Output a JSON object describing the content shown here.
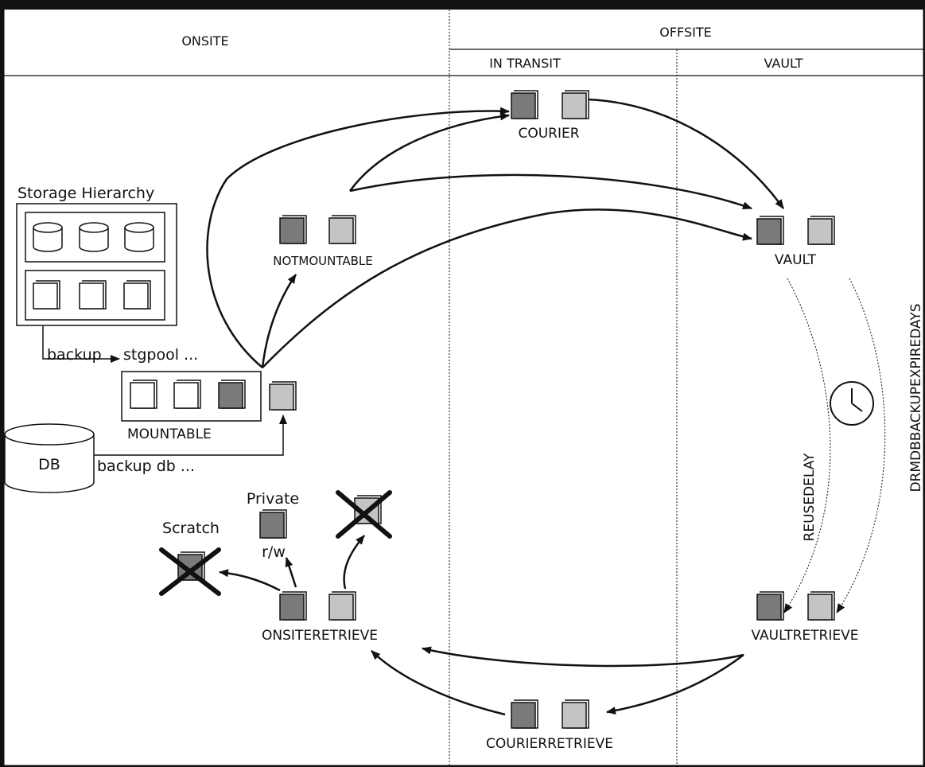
{
  "header": {
    "onsite": "ONSITE",
    "offsite": "OFFSITE",
    "in_transit": "IN TRANSIT",
    "vault": "VAULT"
  },
  "storage": {
    "title": "Storage Hierarchy",
    "backup_label": "backup",
    "stgpool_label": "stgpool ...",
    "db_label": "DB",
    "backup_db_label": "backup db ..."
  },
  "states": {
    "mountable": "MOUNTABLE",
    "notmountable": "NOTMOUNTABLE",
    "courier": "COURIER",
    "vault": "VAULT",
    "vaultretrieve": "VAULTRETRIEVE",
    "courierretrieve": "COURIERRETRIEVE",
    "onsiteretrieve": "ONSITERETRIEVE"
  },
  "outcomes": {
    "private": "Private",
    "rw": "r/w",
    "scratch": "Scratch"
  },
  "timers": {
    "reusedelay": "REUSEDELAY",
    "drmdbbackupexpiredays": "DRMDBBACKUPEXPIREDAYS"
  },
  "colors": {
    "dark_tape": "#7a7a7a",
    "light_tape": "#c4c4c4",
    "white_tape": "#ffffff",
    "line": "#111111"
  }
}
